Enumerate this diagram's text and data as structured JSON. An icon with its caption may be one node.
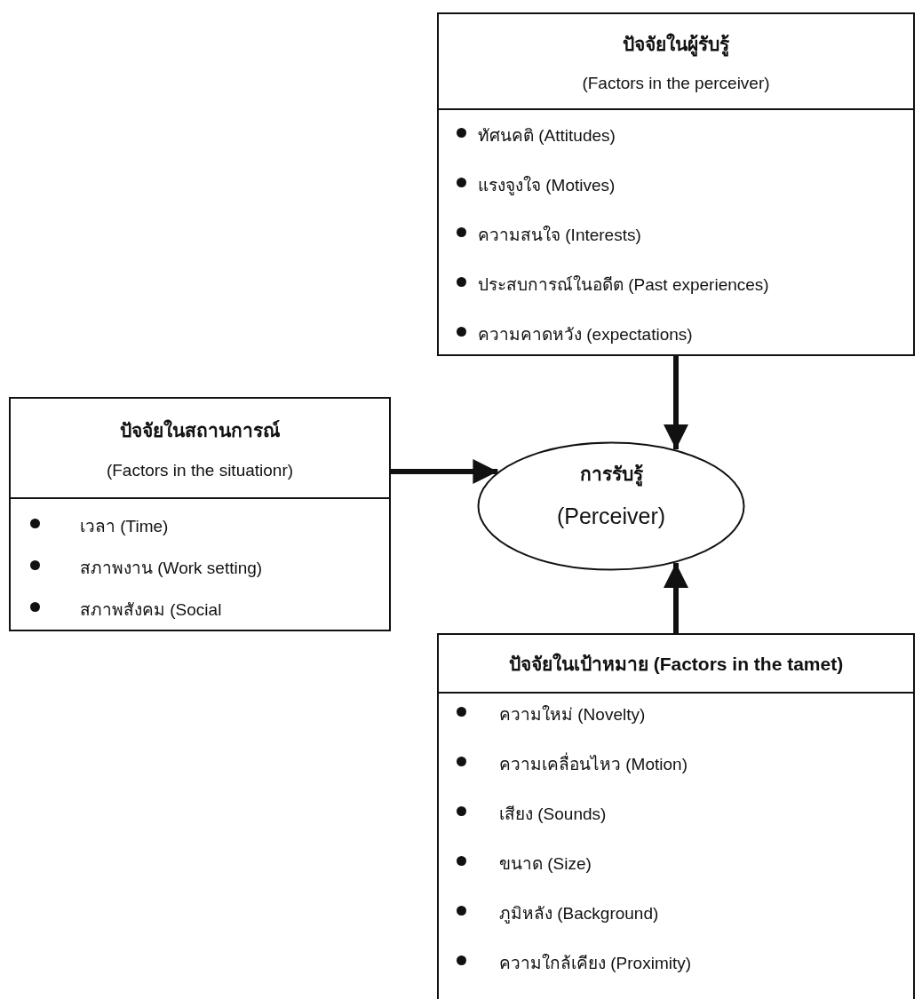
{
  "diagram": {
    "nodes": [
      {
        "text": [
          "ปัจจัยในผู้รับรู้",
          "(Factors in the perceiver)",
          "ทัศนคติ  (Attitudes)",
          "แรงจูงใจ (Motives)",
          "ความสนใจ (Interests)",
          "ประสบการณ์ในอดีต (Past experiences)",
          "ความคาดหวัง (expectations)"
        ]
      },
      {
        "text": [
          "ปัจจัยในสถานการณ์",
          "(Factors in the situationr)",
          "เวลา  (Time)",
          "สภาพงาน (Work setting)",
          "สภาพสังคม (Social"
        ]
      },
      {
        "text": [
          "การรับรู้",
          "(Perceiver)"
        ]
      },
      {
        "text": [
          "ปัจจัยในเป้าหมาย (Factors in the tamet)",
          "ความใหม่  (Novelty)",
          "ความเคลื่อนไหว (Motion)",
          "เสียง (Sounds)",
          "ขนาด (Size)",
          "ภูมิหลัง (Background)",
          "ความใกล้เคียง (Proximity)"
        ]
      }
    ],
    "edges": [
      {
        "from": 0,
        "to": 2,
        "arrow": "to"
      },
      {
        "from": 1,
        "to": 2,
        "arrow": "to"
      },
      {
        "from": 3,
        "to": 2,
        "arrow": "to"
      }
    ]
  }
}
